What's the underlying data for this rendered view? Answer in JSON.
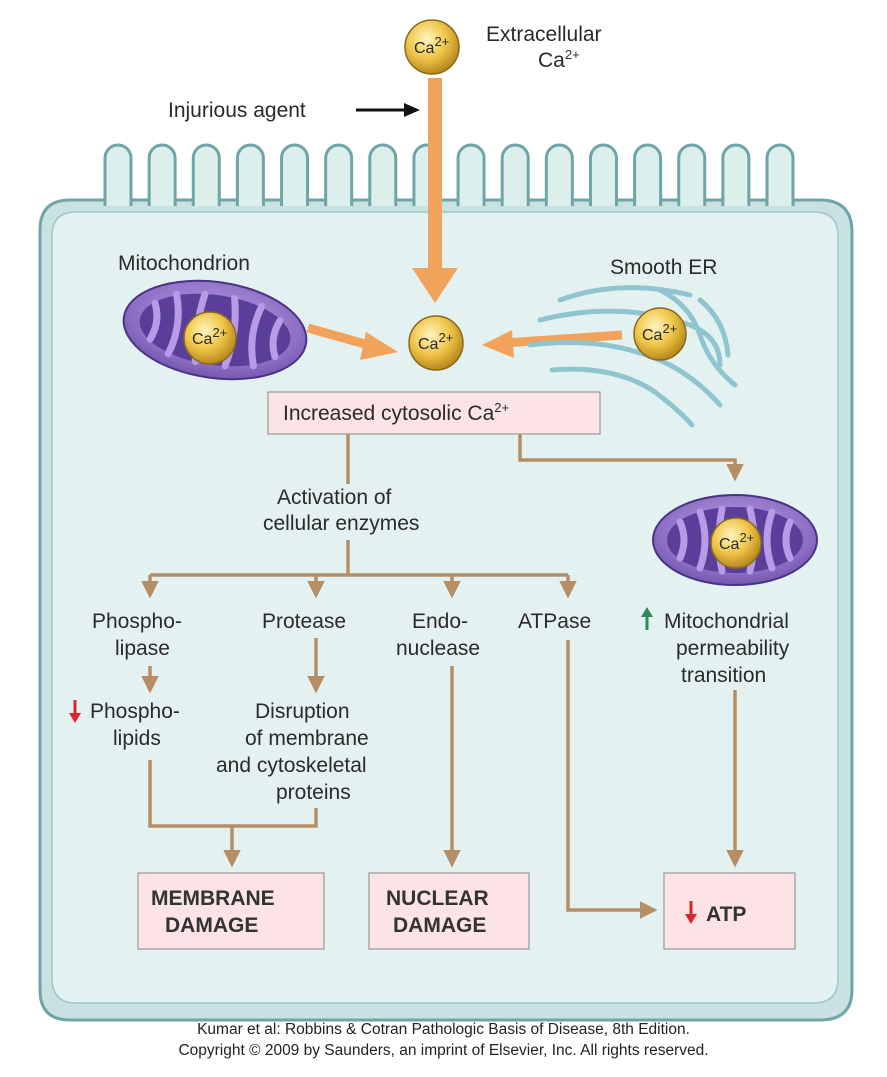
{
  "labels": {
    "extracellular_line1": "Extracellular",
    "extracellular_line2": "Ca",
    "ca_ion": "Ca",
    "ca_charge": "2+",
    "injurious_agent": "Injurious agent",
    "mitochondrion": "Mitochondrion",
    "smooth_er": "Smooth ER",
    "increased_cytosolic": "Increased cytosolic Ca",
    "activation_line1": "Activation of",
    "activation_line2": "cellular enzymes",
    "phospholipase_line1": "Phospho-",
    "phospholipase_line2": "lipase",
    "protease": "Protease",
    "endonuclease_line1": "Endo-",
    "endonuclease_line2": "nuclease",
    "atpase": "ATPase",
    "mito_perm_line1": "Mitochondrial",
    "mito_perm_line2": "permeability",
    "mito_perm_line3": "transition",
    "phospholipids_line1": "Phospho-",
    "phospholipids_line2": "lipids",
    "disruption_line1": "Disruption",
    "disruption_line2": "of membrane",
    "disruption_line3": "and cytoskeletal",
    "disruption_line4": "proteins",
    "membrane_damage_line1": "MEMBRANE",
    "membrane_damage_line2": "DAMAGE",
    "nuclear_damage_line1": "NUCLEAR",
    "nuclear_damage_line2": "DAMAGE",
    "atp": "ATP"
  },
  "credit": {
    "line1": "Kumar et al: Robbins & Cotran Pathologic Basis of Disease, 8th Edition.",
    "line2": "Copyright © 2009 by Saunders, an imprint of Elsevier, Inc. All rights reserved."
  },
  "colors": {
    "cell_fill": "#dcefed",
    "cell_border": "#7fb3b5",
    "orange_arrow": "#f2a35b",
    "tan_arrow": "#b58e66",
    "ion_fill": "#f0c64a",
    "mito_fill": "#8d70c4",
    "mito_inner": "#5a3f9a",
    "er_color": "#8fc5cf",
    "box_fill": "#fbe3e6",
    "decrease": "#d9252b",
    "increase": "#2e8b57"
  }
}
